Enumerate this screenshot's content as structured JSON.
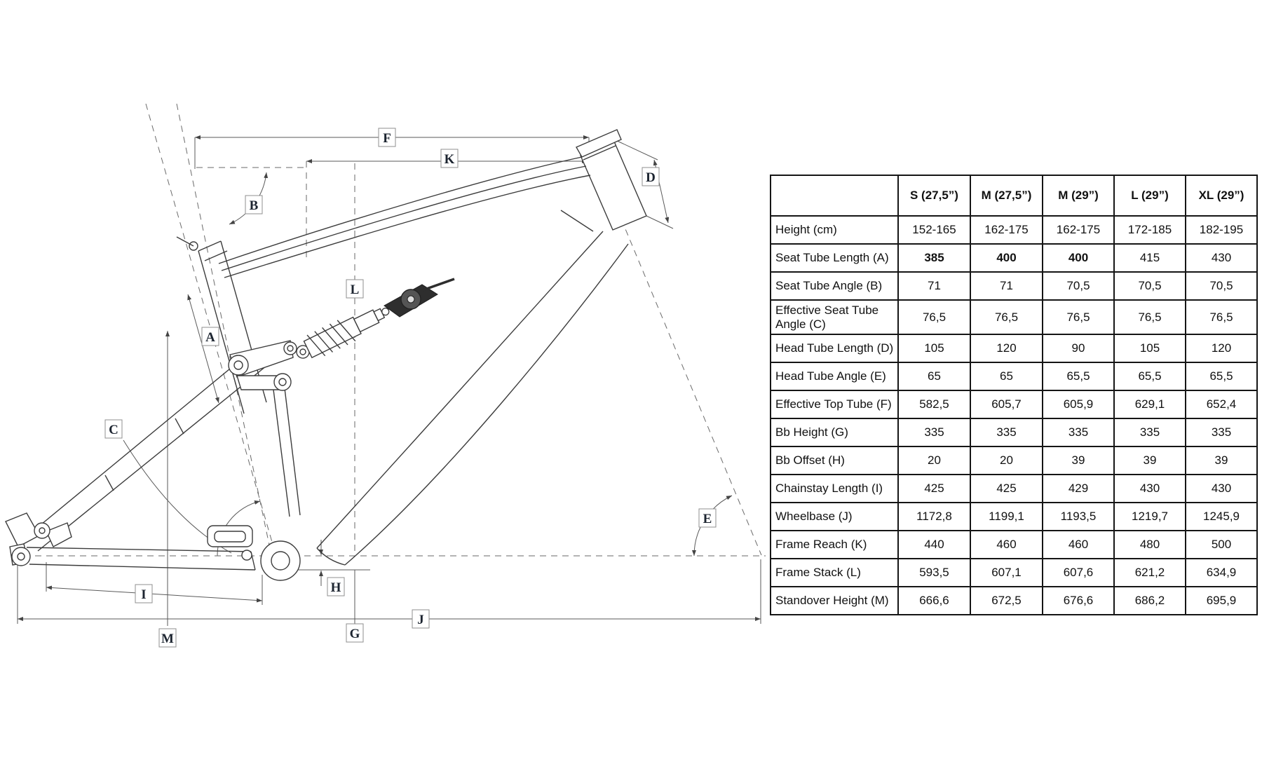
{
  "diagram": {
    "labels": {
      "a": "A",
      "b": "B",
      "c": "C",
      "d": "D",
      "e": "E",
      "f": "F",
      "g": "G",
      "h": "H",
      "i": "I",
      "j": "J",
      "k": "K",
      "l": "L",
      "m": "M"
    }
  },
  "table": {
    "columns": [
      "",
      "S (27,5”)",
      "M (27,5”)",
      "M (29”)",
      "L (29”)",
      "XL (29”)"
    ],
    "rows": [
      {
        "label": "Height (cm)",
        "values": [
          "152-165",
          "162-175",
          "162-175",
          "172-185",
          "182-195"
        ]
      },
      {
        "label": "Seat Tube Length (A)",
        "values": [
          "385",
          "400",
          "400",
          "415",
          "430"
        ],
        "bold": [
          true,
          true,
          true,
          false,
          false
        ]
      },
      {
        "label": "Seat Tube Angle (B)",
        "values": [
          "71",
          "71",
          "70,5",
          "70,5",
          "70,5"
        ]
      },
      {
        "label": "Effective Seat Tube Angle (C)",
        "values": [
          "76,5",
          "76,5",
          "76,5",
          "76,5",
          "76,5"
        ]
      },
      {
        "label": "Head Tube Length (D)",
        "values": [
          "105",
          "120",
          "90",
          "105",
          "120"
        ]
      },
      {
        "label": "Head Tube Angle (E)",
        "values": [
          "65",
          "65",
          "65,5",
          "65,5",
          "65,5"
        ]
      },
      {
        "label": "Effective Top Tube (F)",
        "values": [
          "582,5",
          "605,7",
          "605,9",
          "629,1",
          "652,4"
        ]
      },
      {
        "label": "Bb Height (G)",
        "values": [
          "335",
          "335",
          "335",
          "335",
          "335"
        ]
      },
      {
        "label": "Bb Offset (H)",
        "values": [
          "20",
          "20",
          "39",
          "39",
          "39"
        ]
      },
      {
        "label": "Chainstay Length (I)",
        "values": [
          "425",
          "425",
          "429",
          "430",
          "430"
        ]
      },
      {
        "label": "Wheelbase (J)",
        "values": [
          "1172,8",
          "1199,1",
          "1193,5",
          "1219,7",
          "1245,9"
        ]
      },
      {
        "label": "Frame Reach (K)",
        "values": [
          "440",
          "460",
          "460",
          "480",
          "500"
        ]
      },
      {
        "label": "Frame Stack (L)",
        "values": [
          "593,5",
          "607,1",
          "607,6",
          "621,2",
          "634,9"
        ]
      },
      {
        "label": "Standover Height (M)",
        "values": [
          "666,6",
          "672,5",
          "676,6",
          "686,2",
          "695,9"
        ]
      }
    ]
  }
}
